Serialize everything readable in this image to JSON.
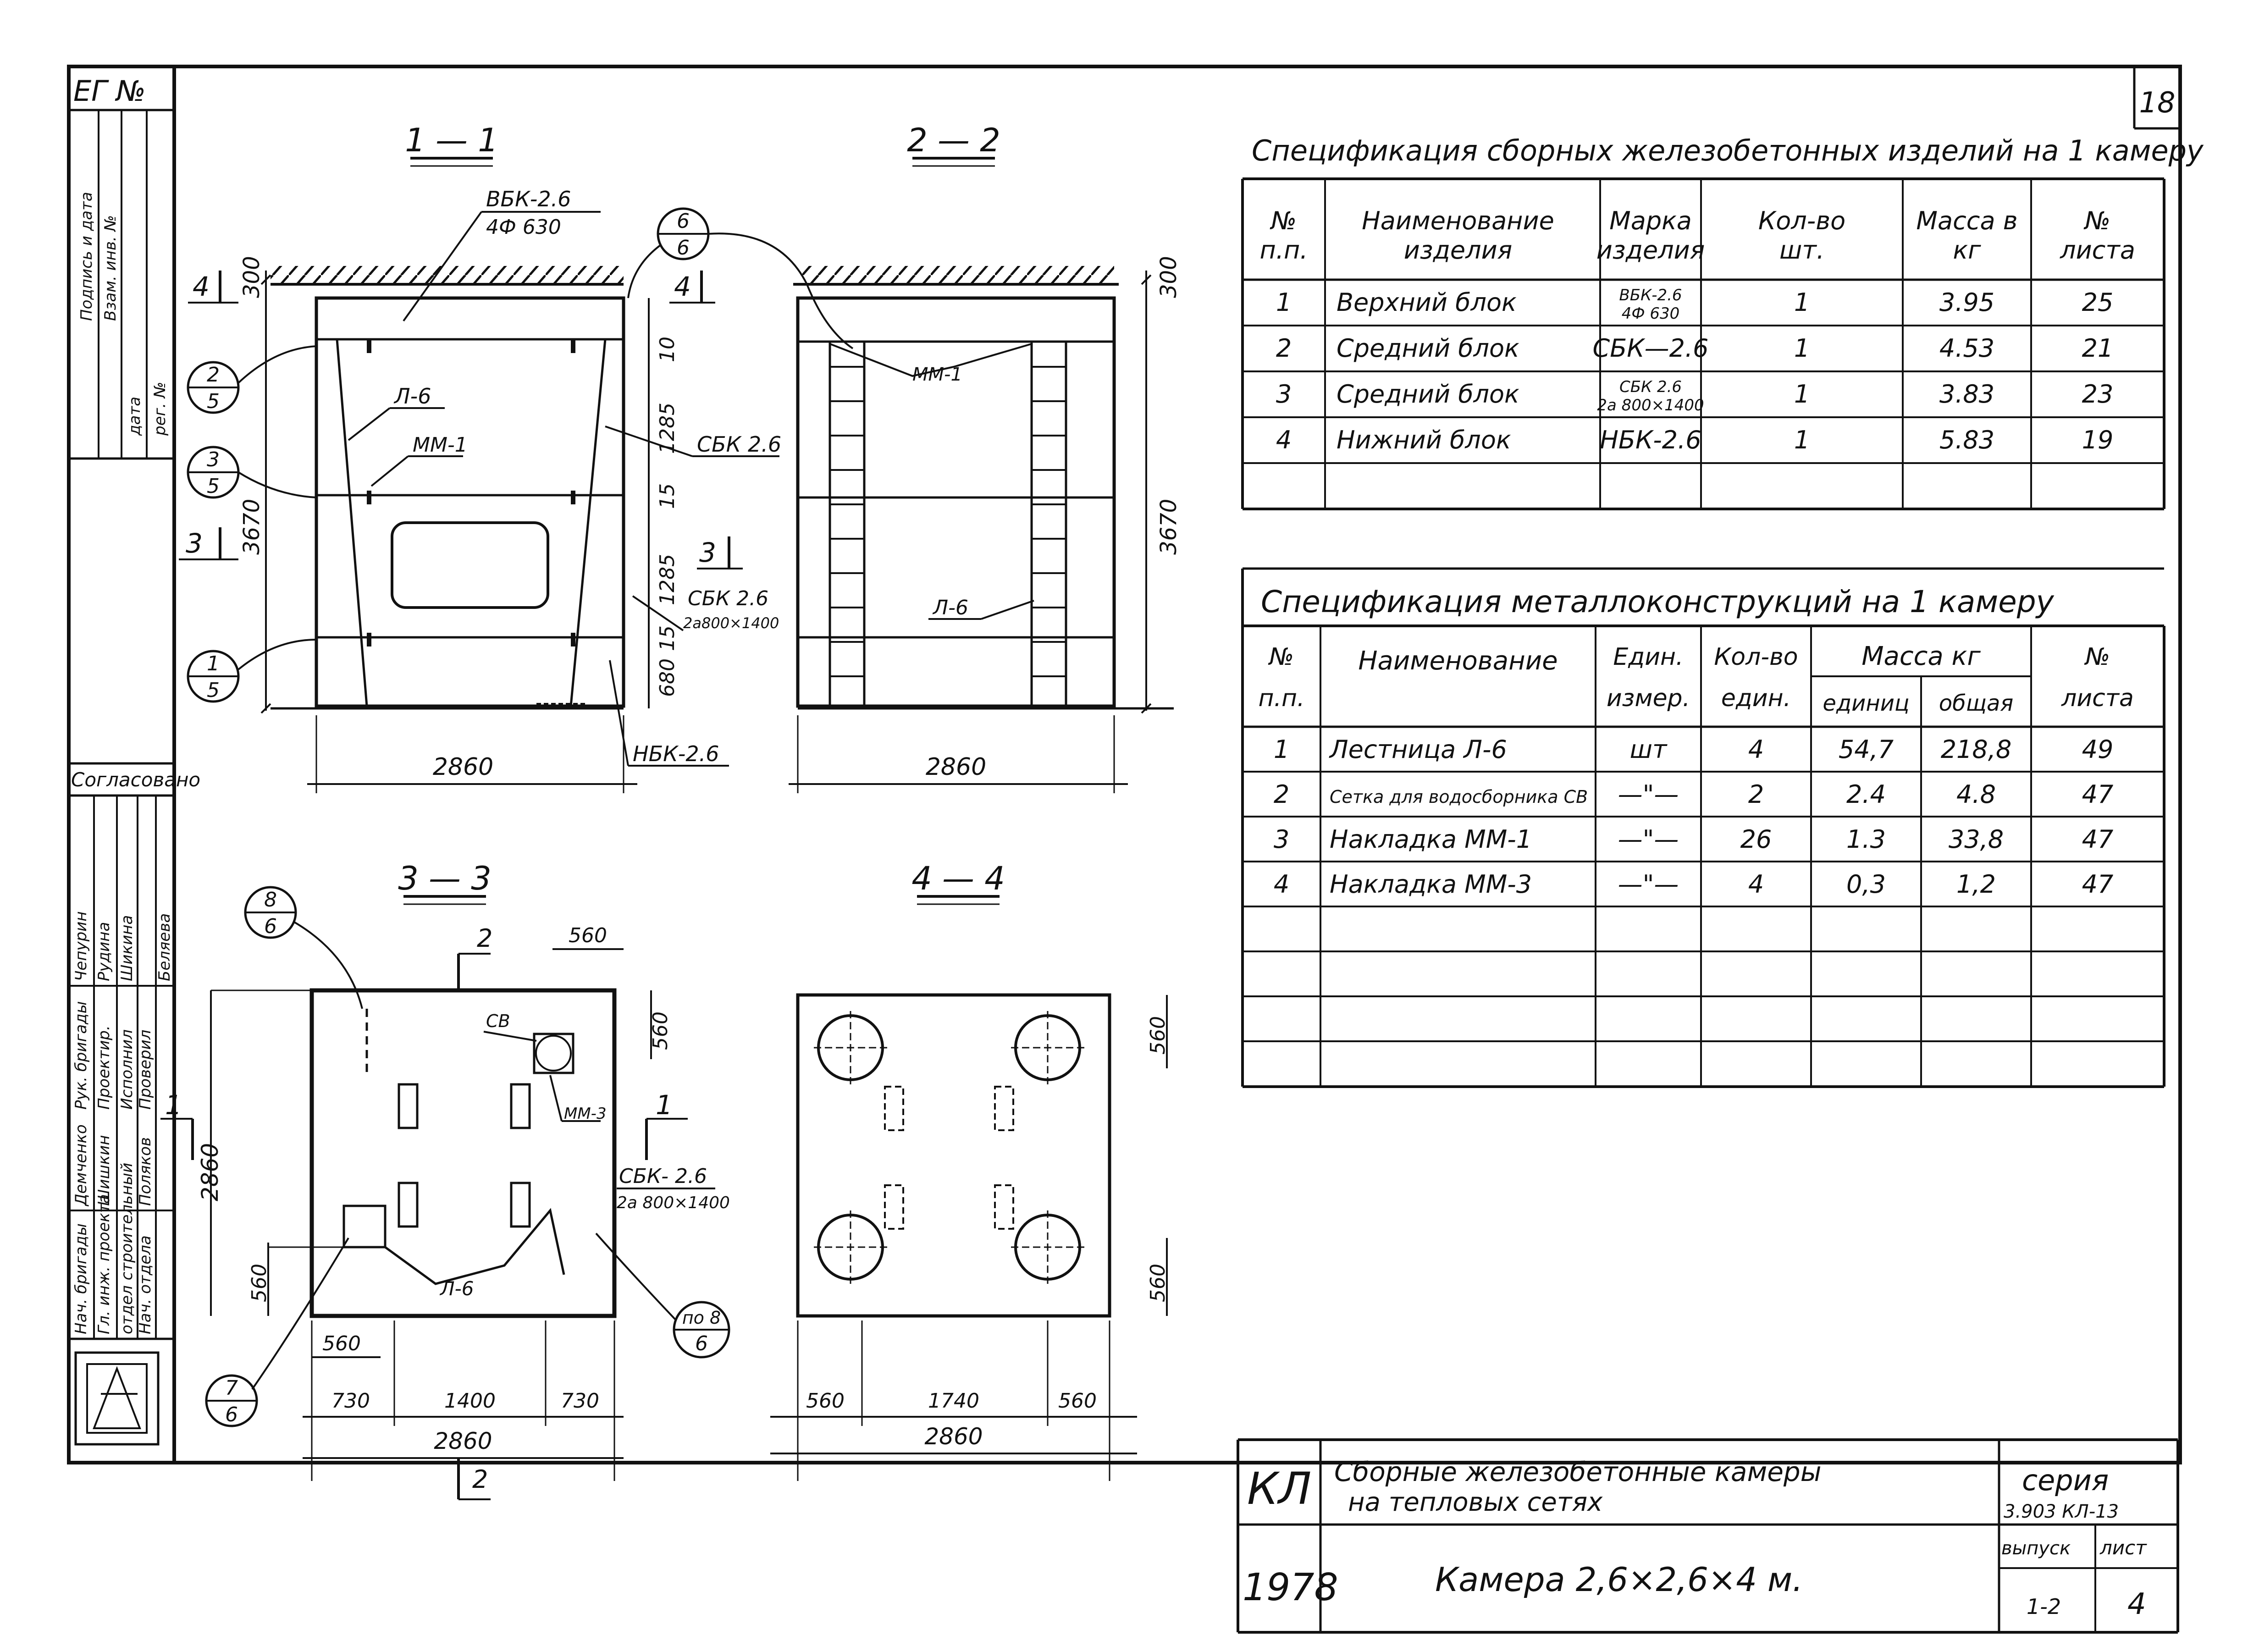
{
  "sheet_corner_number": "18",
  "stamp": {
    "code": "КЛ",
    "year": "1978",
    "title_line1": "Сборные железобетонные камеры",
    "title_line2": "на тепловых сетях",
    "subtitle": "Камера 2,6×2,6×4 м.",
    "series_label": "серия",
    "series_value": "3.903 КЛ-13",
    "issue_label": "выпуск",
    "issue_value": "1-2",
    "sheet_label": "лист",
    "sheet_value": "4"
  },
  "left_strip": {
    "inv": "ЕГ №",
    "agreed": "Согласовано",
    "col_labels": [
      "Подпись и дата",
      "Взам. инв. №",
      "дата",
      "рег. №"
    ],
    "roles": [
      "Нач. бригады",
      "Гл. инж. проекта",
      "Нач. отдела",
      "Рук. бригады",
      "Проектир.",
      "Исполнил",
      "Проверил"
    ],
    "names": [
      "Демченко",
      "Шишкин",
      "Поляков",
      "Чепурин",
      "Рудина",
      "Шикина",
      "Беляева"
    ],
    "dept": "отдел строительный"
  },
  "sections": {
    "s11": "1 — 1",
    "s22": "2 — 2",
    "s33": "3 — 3",
    "s44": "4 — 4"
  },
  "section_marks": [
    "1",
    "2",
    "3",
    "4"
  ],
  "callouts": [
    {
      "top": "6",
      "bottom": "6"
    },
    {
      "top": "2",
      "bottom": "5"
    },
    {
      "top": "3",
      "bottom": "5"
    },
    {
      "top": "1",
      "bottom": "5"
    },
    {
      "top": "8",
      "bottom": "6"
    },
    {
      "top": "7",
      "bottom": "6"
    },
    {
      "top": "по 8",
      "bottom": "6"
    }
  ],
  "labels": {
    "vbk_top": "ВБК-2.6",
    "vbk_bottom": "4Ф 630",
    "l6": "Л-6",
    "mm1": "ММ-1",
    "sbk26": "СБК 2.6",
    "sbk26b": "СБК 2.6",
    "sbk26b_sub": "2а800×1400",
    "nbk26": "НБК-2.6",
    "cb": "СВ",
    "mm3": "ММ-3",
    "sbk_plan": "СБК- 2.6",
    "sbk_plan_sub": "2а 800×1400"
  },
  "dims": {
    "d300": "300",
    "d3670": "3670",
    "d10": "10",
    "d1285": "1285",
    "d15": "15",
    "d680": "680",
    "d2860": "2860",
    "d560": "560",
    "d730": "730",
    "d1400": "1400",
    "d1740": "1740"
  },
  "spec_rc": {
    "title": "Спецификация сборных железобетонных изделий на 1 камеру",
    "headers": [
      "№ п.п.",
      "Наименование изделия",
      "Марка изделия",
      "Кол-во шт.",
      "Масса в кг",
      "№ листа"
    ],
    "rows": [
      [
        "1",
        "Верхний блок",
        "ВБК-2.6 / 4Ф 630",
        "1",
        "3.95",
        "25"
      ],
      [
        "2",
        "Средний блок",
        "СБК—2.6",
        "1",
        "4.53",
        "21"
      ],
      [
        "3",
        "Средний блок",
        "СБК 2.6 / 2а 800×1400",
        "1",
        "3.83",
        "23"
      ],
      [
        "4",
        "Нижний блок",
        "НБК-2.6",
        "1",
        "5.83",
        "19"
      ],
      [
        "",
        "",
        "",
        "",
        "",
        ""
      ]
    ]
  },
  "spec_mc": {
    "title": "Спецификация металлоконструкций на 1 камеру",
    "headers": [
      "№ п.п.",
      "Наименование",
      "Един. измер.",
      "Кол-во един.",
      "Масса кг",
      "единиц",
      "общая",
      "№ листа"
    ],
    "rows": [
      [
        "1",
        "Лестница Л-6",
        "шт",
        "4",
        "54,7",
        "218,8",
        "49"
      ],
      [
        "2",
        "Сетка для водосборника СВ",
        "—\"—",
        "2",
        "2.4",
        "4.8",
        "47"
      ],
      [
        "3",
        "Накладка ММ-1",
        "—\"—",
        "26",
        "1.3",
        "33,8",
        "47"
      ],
      [
        "4",
        "Накладка ММ-3",
        "—\"—",
        "4",
        "0,3",
        "1,2",
        "47"
      ],
      [
        "",
        "",
        "",
        "",
        "",
        "",
        ""
      ],
      [
        "",
        "",
        "",
        "",
        "",
        "",
        ""
      ],
      [
        "",
        "",
        "",
        "",
        "",
        "",
        ""
      ],
      [
        "",
        "",
        "",
        "",
        "",
        "",
        ""
      ]
    ]
  }
}
